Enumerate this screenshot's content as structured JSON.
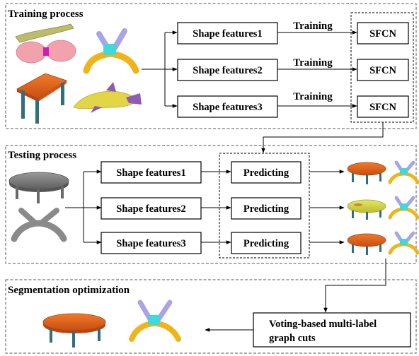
{
  "panels": {
    "training": {
      "title": "Training process"
    },
    "testing": {
      "title": "Testing process"
    },
    "optimization": {
      "title": "Segmentation optimization"
    }
  },
  "training": {
    "features": [
      "Shape features1",
      "Shape features2",
      "Shape features3"
    ],
    "edge_label": "Training",
    "networks": [
      "SFCN",
      "SFCN",
      "SFCN"
    ]
  },
  "testing": {
    "features": [
      "Shape features1",
      "Shape features2",
      "Shape features3"
    ],
    "predict": [
      "Predicting",
      "Predicting",
      "Predicting"
    ]
  },
  "optimization": {
    "method_line1": "Voting-based multi-label",
    "method_line2": "graph cuts"
  },
  "colors": {
    "table_top_orange": "#e8621b",
    "table_leg_teal": "#2f6f80",
    "table_top_yellow": "#d9dd4a",
    "gray_shape": "#8a8a8a",
    "chair_yellow": "#f0b418",
    "chair_cyan": "#3fd8dc",
    "chair_lavender": "#a8a4e6",
    "glasses_pink": "#f2a2ac",
    "glasses_khaki": "#bcbc6a",
    "dolphin_yellow": "#e2d646",
    "dolphin_purple": "#8e5ab4"
  },
  "icons": [
    "glasses-model",
    "chair-base-model",
    "table-model",
    "dolphin-model",
    "gray-table-model",
    "gray-chair-base-model",
    "segmented-table",
    "segmented-chair-base"
  ]
}
